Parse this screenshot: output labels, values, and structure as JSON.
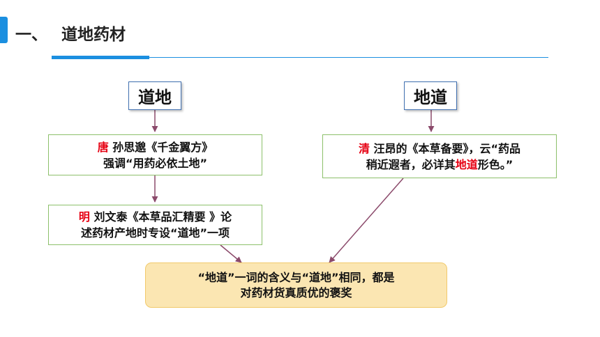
{
  "header": {
    "section_number": "一、",
    "section_title": "道地药材"
  },
  "diagram": {
    "term_left": "道地",
    "term_right": "地道",
    "tang": {
      "dynasty": "唐",
      "line1_rest": " 孙思邈《千金翼方》",
      "line2": "强调“用药必依土地”"
    },
    "ming": {
      "dynasty": "明",
      "line1_rest": " 刘文泰《本草品汇精要 》论",
      "line2": "述药材产地时专设“道地”一项"
    },
    "qing": {
      "dynasty": "清",
      "line1_rest": " 汪昂的《本草备要》，云“药品",
      "line2_pre": "稍近遐者，必详其",
      "line2_highlight": "地道",
      "line2_post": "形色。”"
    },
    "conclusion": {
      "line1": "“地道”一词的含义与“道地”相同，都是",
      "line2": "对药材货真质优的褒奖"
    }
  },
  "colors": {
    "accent": "#1b8fe0",
    "highlight": "#e60012",
    "arrow": "#8b4a6b",
    "conclusion_fill": "#fbe6b2",
    "green_border": "#8cc06a",
    "term_border": "#3f6fb0"
  }
}
